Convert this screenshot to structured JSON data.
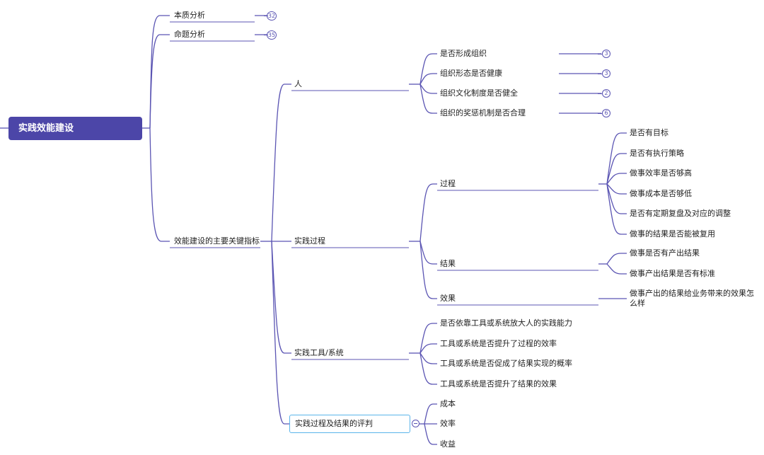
{
  "root": {
    "label": "实践效能建设"
  },
  "level1": {
    "n1": {
      "label": "本质分析",
      "count": "32"
    },
    "n2": {
      "label": "命题分析",
      "count": "35"
    },
    "n3": {
      "label": "效能建设的主要关键指标"
    }
  },
  "ren": {
    "label": "人",
    "items": [
      {
        "label": "是否形成组织",
        "count": "3"
      },
      {
        "label": "组织形态是否健康",
        "count": "3"
      },
      {
        "label": "组织文化制度是否健全",
        "count": "2"
      },
      {
        "label": "组织的奖惩机制是否合理",
        "count": "6"
      }
    ]
  },
  "process": {
    "label": "实践过程",
    "guocheng": {
      "label": "过程",
      "items": [
        "是否有目标",
        "是否有执行策略",
        "做事效率是否够高",
        "做事成本是否够低",
        "是否有定期复盘及对应的调整",
        "做事的结果是否能被复用"
      ]
    },
    "jieguo": {
      "label": "结果",
      "items": [
        "做事是否有产出结果",
        "做事产出结果是否有标准"
      ]
    },
    "xiaoguo": {
      "label": "效果",
      "items": [
        "做事产出的结果给业务带来的效果怎么样"
      ]
    }
  },
  "tools": {
    "label": "实践工具/系统",
    "items": [
      "是否依靠工具或系统放大人的实践能力",
      "工具或系统是否提升了过程的效率",
      "工具或系统是否促成了结果实现的概率",
      "工具或系统是否提升了结果的效果"
    ]
  },
  "evaluation": {
    "label": "实践过程及结果的评判",
    "items": [
      "成本",
      "效率",
      "收益"
    ]
  },
  "colors": {
    "accent": "#4c46a8",
    "line": "#5b55b3",
    "selection": "#5ab4ea"
  }
}
